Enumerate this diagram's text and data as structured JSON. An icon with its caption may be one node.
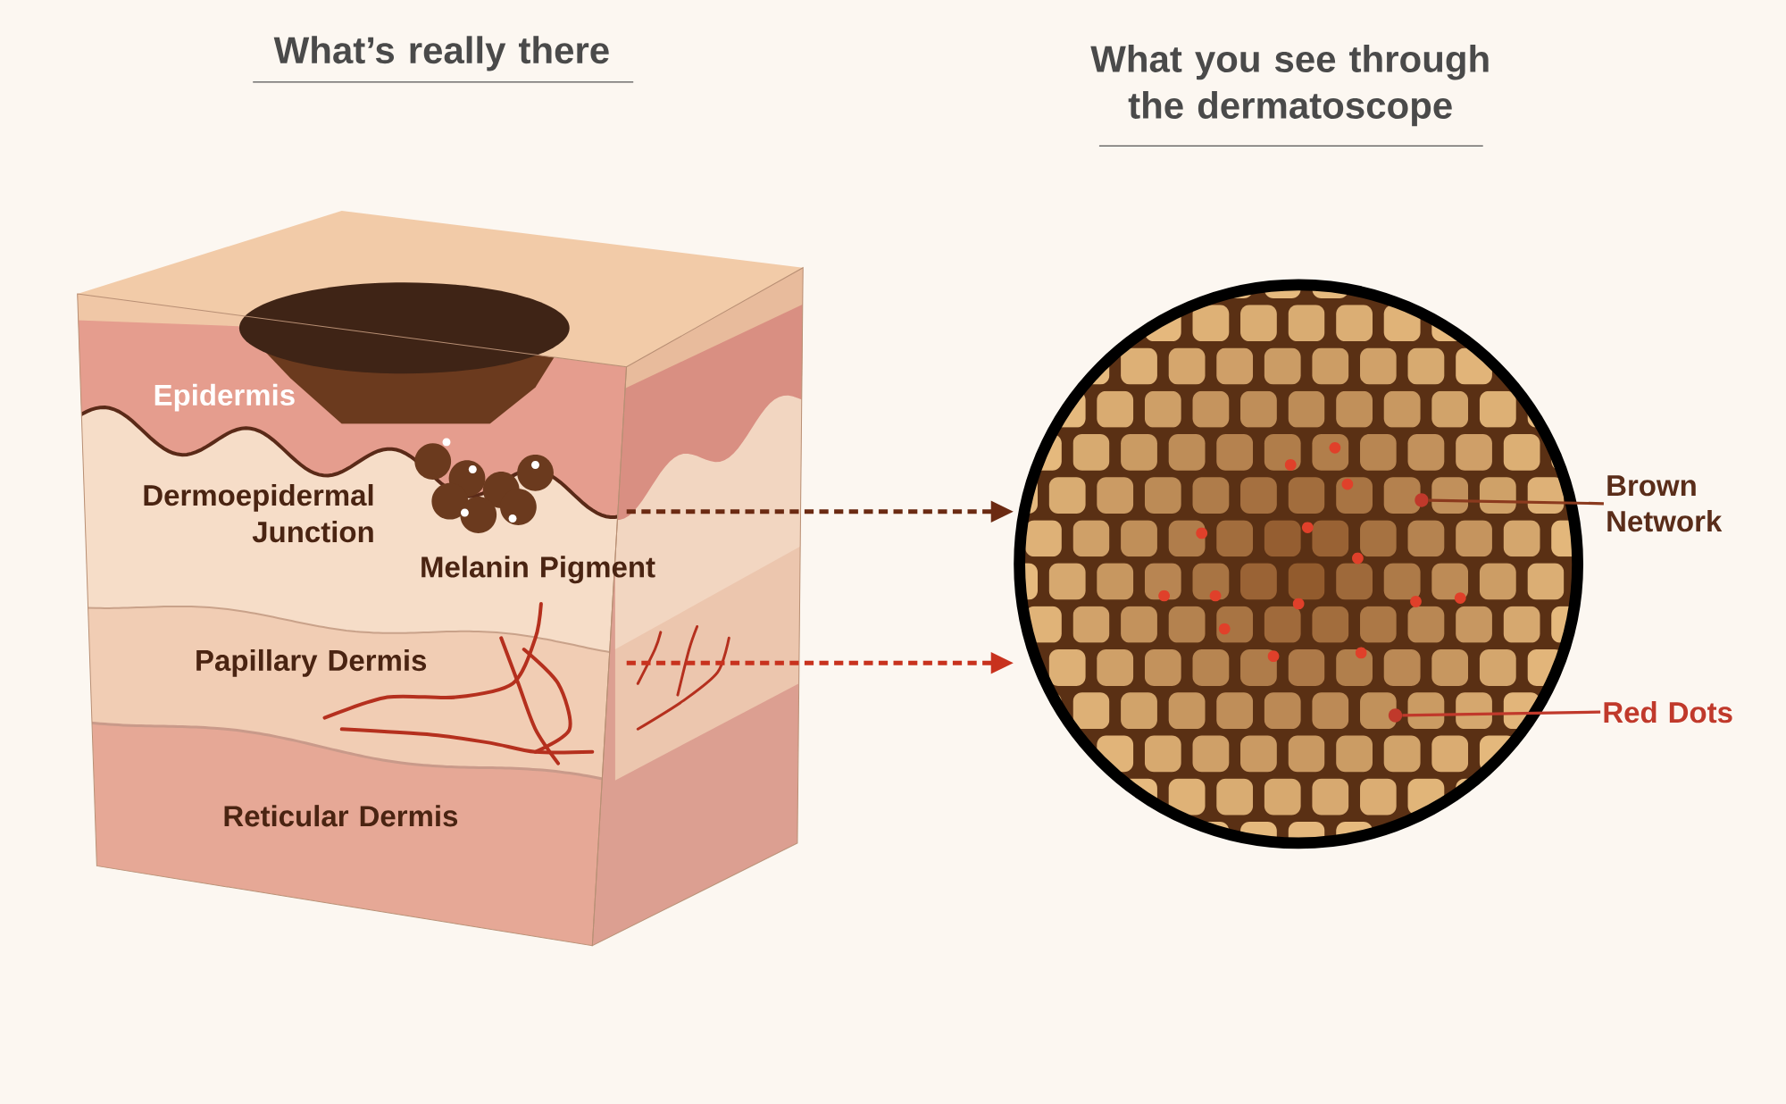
{
  "diagram": {
    "nodes": [
      {
        "text": [],
        "shape": "picture"
      },
      {
        "text": [],
        "shape": "picture"
      },
      {
        "text": [
          "Brown Network"
        ]
      },
      {
        "text": [],
        "shape": "circle",
        "in": 1
      },
      {
        "text": [
          "Red Dots"
        ]
      },
      {
        "text": [],
        "shape": "circle",
        "in": 1
      }
    ],
    "edges": [
      {
        "from": 0,
        "to": 1,
        "arrow": "to",
        "style": "dashed",
        "color": "#6b2a12"
      },
      {
        "from": 0,
        "to": 1,
        "arrow": "to",
        "style": "dashed",
        "color": "#c8321e"
      },
      {
        "from": 2,
        "to": 3,
        "arrow": "none",
        "color": "#8b3a1e"
      },
      {
        "from": 4,
        "to": 5,
        "arrow": "none",
        "color": "#c0392b"
      }
    ],
    "labels": [
      "What’s really there",
      "What you see through the dermatoscope",
      "Epidermis",
      "Dermoepidermal Junction",
      "Melanin Pigment",
      "Papillary Dermis",
      "Reticular Dermis"
    ]
  }
}
